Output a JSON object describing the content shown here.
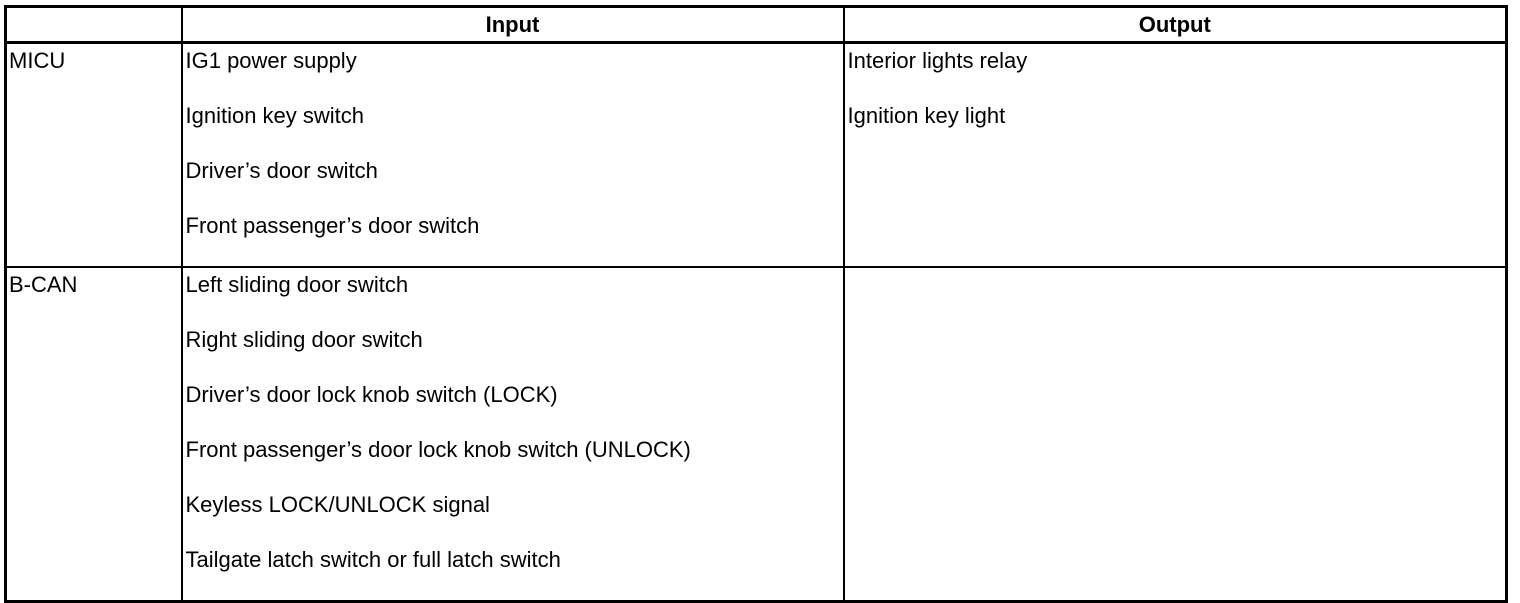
{
  "page": {
    "background": "#ffffff",
    "text_color": "#000000",
    "border_color": "#000000"
  },
  "table": {
    "header": {
      "corner": "",
      "input": "Input",
      "output": "Output"
    },
    "rows": [
      {
        "source": "MICU",
        "inputs": [
          "IG1 power supply",
          "Ignition key switch",
          "Driver’s door switch",
          "Front passenger’s door switch"
        ],
        "outputs": [
          "Interior lights relay",
          "Ignition key light"
        ]
      },
      {
        "source": "B-CAN",
        "inputs": [
          "Left sliding door switch",
          "Right sliding door switch",
          "Driver’s door lock knob switch (LOCK)",
          "Front passenger’s door lock knob switch (UNLOCK)",
          "Keyless LOCK/UNLOCK signal",
          "Tailgate latch switch or full latch switch"
        ],
        "outputs": []
      }
    ]
  }
}
